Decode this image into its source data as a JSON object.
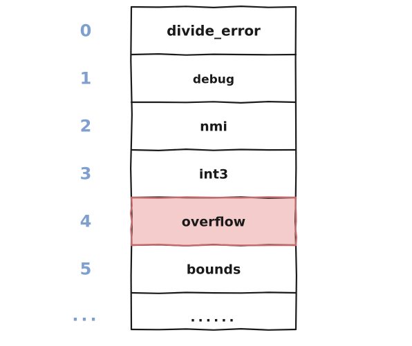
{
  "table": {
    "rows": [
      {
        "index": "0",
        "label": "divide_error",
        "highlight": false
      },
      {
        "index": "1",
        "label": "debug",
        "highlight": false
      },
      {
        "index": "2",
        "label": "nmi",
        "highlight": false
      },
      {
        "index": "3",
        "label": "int3",
        "highlight": false
      },
      {
        "index": "4",
        "label": "overflow",
        "highlight": true
      },
      {
        "index": "5",
        "label": "bounds",
        "highlight": false
      },
      {
        "index": "...",
        "label": "......",
        "highlight": false
      }
    ]
  },
  "colors": {
    "index_text": "#7f9fcf",
    "highlight_fill": "#f4cccc",
    "highlight_stroke": "#c46a6a",
    "cell_stroke": "#1a1a1a",
    "cell_text": "#1a1a1a"
  }
}
